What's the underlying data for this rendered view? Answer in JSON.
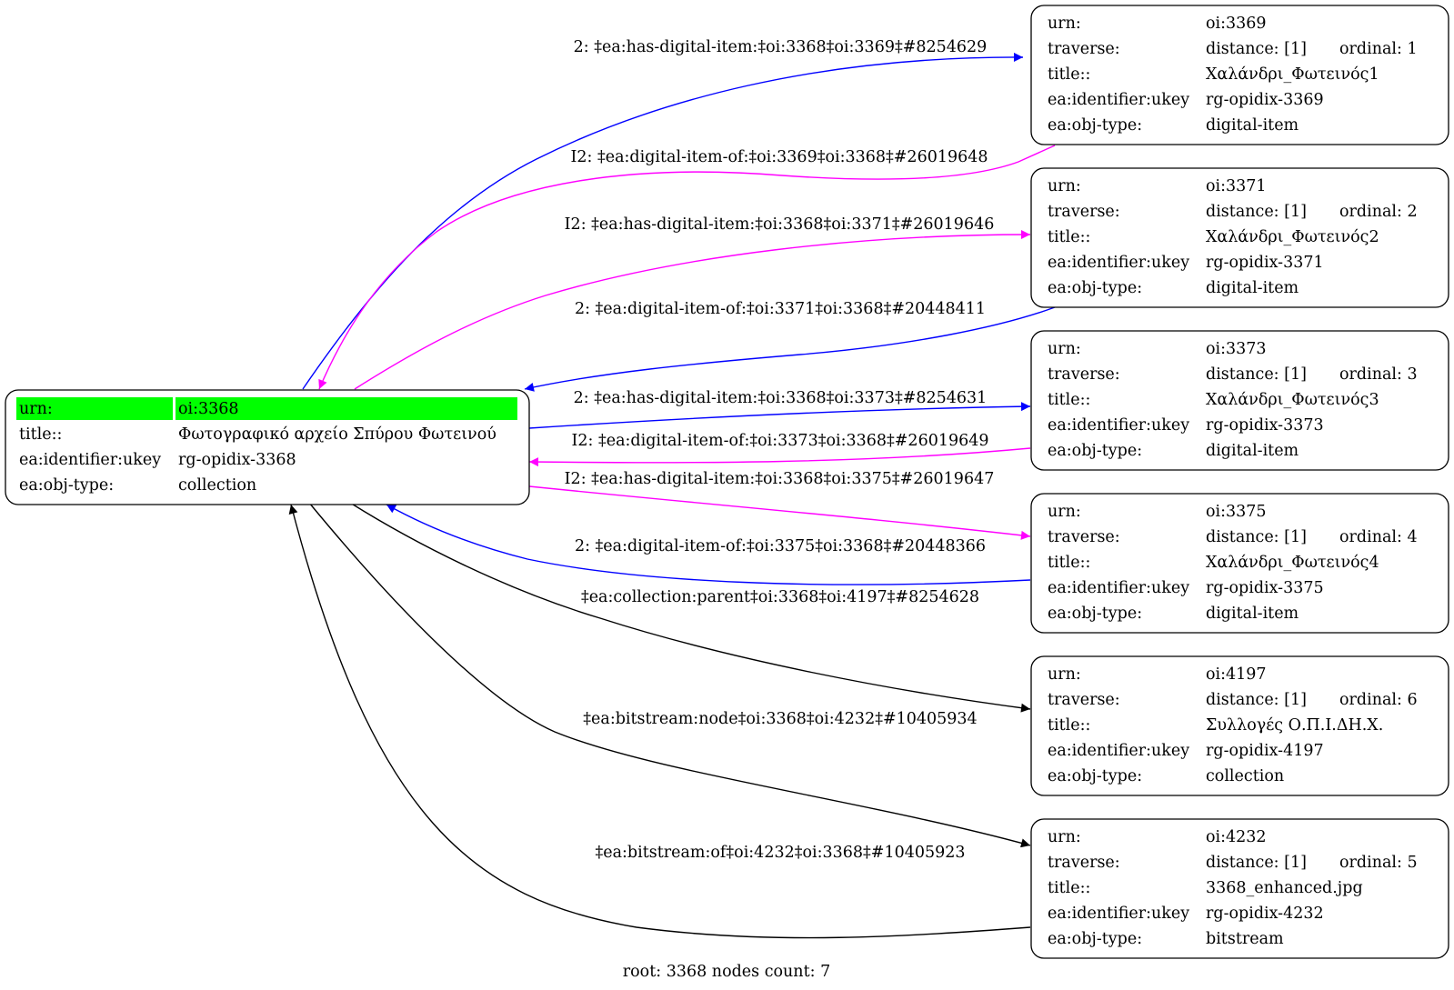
{
  "colors": {
    "blue": "#0000ff",
    "magenta": "#ff00ff",
    "black": "#000000",
    "highlight": "#00ff00"
  },
  "root": {
    "rows": [
      {
        "key": "urn:",
        "value": "oi:3368"
      },
      {
        "key": "title::",
        "value": "Φωτογραφικό αρχείο Σπύρου Φωτεινού"
      },
      {
        "key": "ea:identifier:ukey",
        "value": "rg-opidix-3368"
      },
      {
        "key": "ea:obj-type:",
        "value": "collection"
      }
    ]
  },
  "nodes": [
    {
      "urn_label": "urn:",
      "urn": "oi:3369",
      "traverse_label": "traverse:",
      "distance": "distance: [1]",
      "ordinal": "ordinal: 1",
      "title_label": "title::",
      "title": "Χαλάνδρι_Φωτεινός1",
      "ukey_label": "ea:identifier:ukey",
      "ukey": "rg-opidix-3369",
      "type_label": "ea:obj-type:",
      "type": "digital-item"
    },
    {
      "urn_label": "urn:",
      "urn": "oi:3371",
      "traverse_label": "traverse:",
      "distance": "distance: [1]",
      "ordinal": "ordinal: 2",
      "title_label": "title::",
      "title": "Χαλάνδρι_Φωτεινός2",
      "ukey_label": "ea:identifier:ukey",
      "ukey": "rg-opidix-3371",
      "type_label": "ea:obj-type:",
      "type": "digital-item"
    },
    {
      "urn_label": "urn:",
      "urn": "oi:3373",
      "traverse_label": "traverse:",
      "distance": "distance: [1]",
      "ordinal": "ordinal: 3",
      "title_label": "title::",
      "title": "Χαλάνδρι_Φωτεινός3",
      "ukey_label": "ea:identifier:ukey",
      "ukey": "rg-opidix-3373",
      "type_label": "ea:obj-type:",
      "type": "digital-item"
    },
    {
      "urn_label": "urn:",
      "urn": "oi:3375",
      "traverse_label": "traverse:",
      "distance": "distance: [1]",
      "ordinal": "ordinal: 4",
      "title_label": "title::",
      "title": "Χαλάνδρι_Φωτεινός4",
      "ukey_label": "ea:identifier:ukey",
      "ukey": "rg-opidix-3375",
      "type_label": "ea:obj-type:",
      "type": "digital-item"
    },
    {
      "urn_label": "urn:",
      "urn": "oi:4197",
      "traverse_label": "traverse:",
      "distance": "distance: [1]",
      "ordinal": "ordinal: 6",
      "title_label": "title::",
      "title": "Συλλογές Ο.Π.Ι.ΔΗ.Χ.",
      "ukey_label": "ea:identifier:ukey",
      "ukey": "rg-opidix-4197",
      "type_label": "ea:obj-type:",
      "type": "collection"
    },
    {
      "urn_label": "urn:",
      "urn": "oi:4232",
      "traverse_label": "traverse:",
      "distance": "distance: [1]",
      "ordinal": "ordinal: 5",
      "title_label": "title::",
      "title": "3368_enhanced.jpg",
      "ukey_label": "ea:identifier:ukey",
      "ukey": "rg-opidix-4232",
      "type_label": "ea:obj-type:",
      "type": "bitstream"
    }
  ],
  "edges": [
    {
      "label": "2: ‡ea:has-digital-item:‡oi:3368‡oi:3369‡#8254629",
      "color": "blue"
    },
    {
      "label": "I2: ‡ea:digital-item-of:‡oi:3369‡oi:3368‡#26019648",
      "color": "magenta"
    },
    {
      "label": "I2: ‡ea:has-digital-item:‡oi:3368‡oi:3371‡#26019646",
      "color": "magenta"
    },
    {
      "label": "2: ‡ea:digital-item-of:‡oi:3371‡oi:3368‡#20448411",
      "color": "blue"
    },
    {
      "label": "2: ‡ea:has-digital-item:‡oi:3368‡oi:3373‡#8254631",
      "color": "blue"
    },
    {
      "label": "I2: ‡ea:digital-item-of:‡oi:3373‡oi:3368‡#26019649",
      "color": "magenta"
    },
    {
      "label": "I2: ‡ea:has-digital-item:‡oi:3368‡oi:3375‡#26019647",
      "color": "magenta"
    },
    {
      "label": "2: ‡ea:digital-item-of:‡oi:3375‡oi:3368‡#20448366",
      "color": "blue"
    },
    {
      "label": "‡ea:collection:parent‡oi:3368‡oi:4197‡#8254628",
      "color": "black"
    },
    {
      "label": "‡ea:bitstream:node‡oi:3368‡oi:4232‡#10405934",
      "color": "black"
    },
    {
      "label": "‡ea:bitstream:of‡oi:4232‡oi:3368‡#10405923",
      "color": "black"
    }
  ],
  "footer": "root: 3368 nodes count: 7"
}
